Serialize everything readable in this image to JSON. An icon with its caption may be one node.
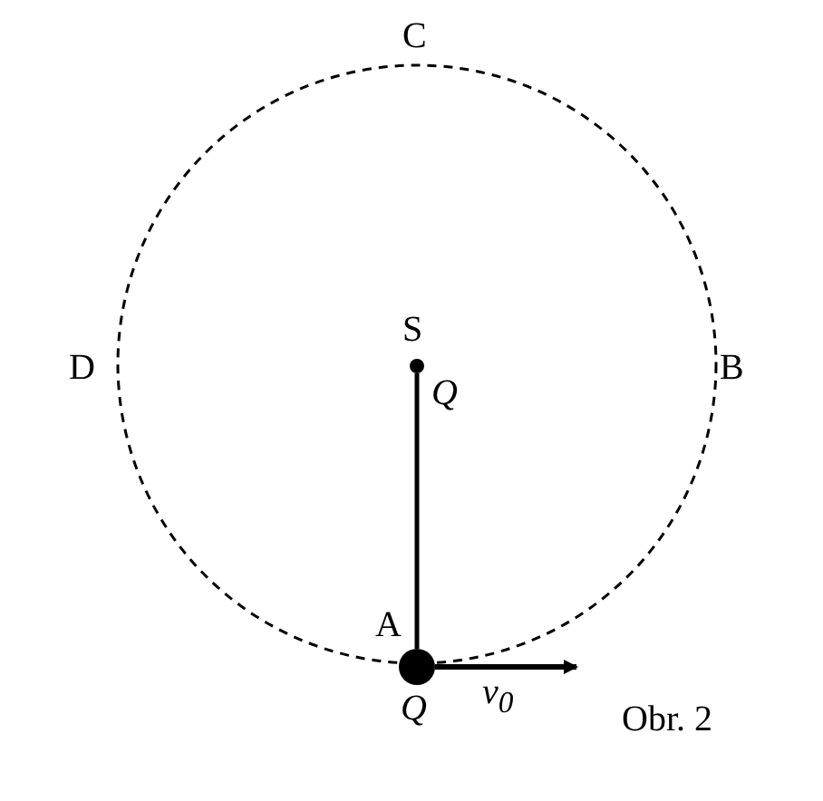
{
  "diagram": {
    "caption": "Obr. 2",
    "nodes": [
      {
        "text": [
          "S"
        ],
        "beside": [
          "Q"
        ]
      },
      {
        "text": [
          "A"
        ],
        "beside": [
          "Q"
        ]
      }
    ],
    "edges": [
      {
        "from": 0,
        "to": 1,
        "arrow": "none"
      }
    ],
    "labels": [
      "C",
      "D",
      "B",
      "*v*$_{0}$"
    ]
  }
}
